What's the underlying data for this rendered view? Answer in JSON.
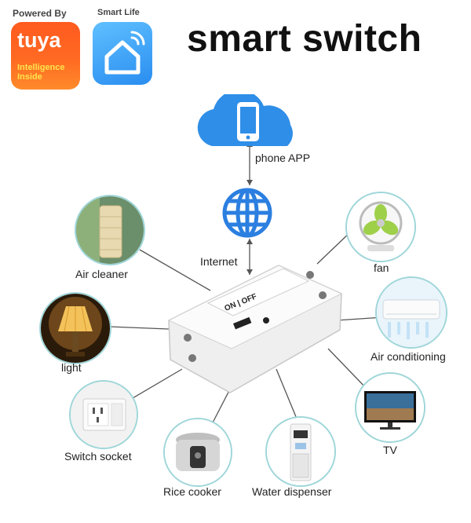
{
  "header": {
    "powered_by": "Powered By",
    "tuya_logo": "tuya",
    "tuya_tagline": "Intelligence Inside",
    "smart_life_label": "Smart Life",
    "title": "smart switch"
  },
  "hub": {
    "phone_app_label": "phone APP",
    "internet_label": "Internet",
    "switch_on_off": "ON | OFF"
  },
  "devices": [
    {
      "id": "air-cleaner",
      "label": "Air cleaner"
    },
    {
      "id": "light",
      "label": "light"
    },
    {
      "id": "switch-socket",
      "label": "Switch socket"
    },
    {
      "id": "rice-cooker",
      "label": "Rice cooker"
    },
    {
      "id": "water-dispenser",
      "label": "Water dispenser"
    },
    {
      "id": "tv",
      "label": "TV"
    },
    {
      "id": "air-conditioning",
      "label": "Air conditioning"
    },
    {
      "id": "fan",
      "label": "fan"
    }
  ],
  "colors": {
    "tuya_orange": "#ff5a1f",
    "smart_life_blue": "#2a8df0",
    "cloud_blue": "#2f8ee8",
    "globe_blue": "#2b7fe0",
    "ring_teal": "#9fd6d9"
  },
  "icons": [
    "cloud-icon",
    "phone-icon",
    "globe-icon",
    "house-icon",
    "wifi-icon"
  ]
}
